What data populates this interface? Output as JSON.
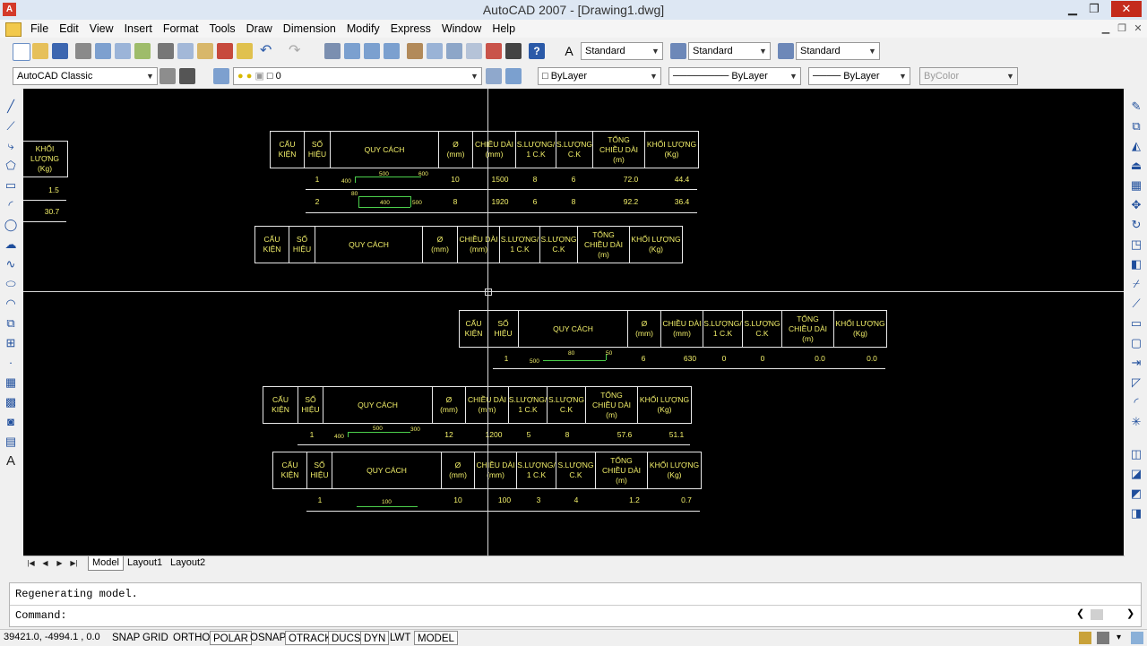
{
  "window": {
    "title": "AutoCAD 2007 - [Drawing1.dwg]",
    "app_icon": "A"
  },
  "menu": [
    "File",
    "Edit",
    "View",
    "Insert",
    "Format",
    "Tools",
    "Draw",
    "Dimension",
    "Modify",
    "Express",
    "Window",
    "Help"
  ],
  "toolbar": {
    "text_style": "Standard",
    "dim_style": "Standard",
    "table_style": "Standard",
    "workspace": "AutoCAD Classic",
    "layer": "0",
    "color": "ByLayer",
    "linetype": "ByLayer",
    "lineweight": "ByLayer",
    "plotstyle": "ByColor"
  },
  "headers": {
    "cau_kien": "CẤU\nKIỆN",
    "so_hieu": "SỐ\nHIỆU",
    "quy_cach": "QUY CÁCH",
    "phi": "Ø\n(mm)",
    "chieu_dai": "CHIỀU DÀI\n(mm)",
    "sl_ck": "S.LƯỢNG/\n1 C.K",
    "sl": "S.LƯỢNG\nC.K",
    "tong": "TỔNG\nCHIỀU DÀI\n(m)",
    "kl": "KHỐI LƯỢNG\n(Kg)",
    "kl_partial": "KHỐI LƯỢNG\n(Kg)"
  },
  "tables": {
    "partial": {
      "rows": [
        [
          "1.5"
        ],
        [
          "30.7"
        ]
      ]
    },
    "t1": {
      "rows": [
        {
          "so": "1",
          "phi": "10",
          "dai": "1500",
          "slck": "8",
          "sl": "6",
          "tong": "72.0",
          "kl": "44.4",
          "dims": [
            "400",
            "500",
            "600"
          ]
        },
        {
          "so": "2",
          "phi": "8",
          "dai": "1920",
          "slck": "6",
          "sl": "8",
          "tong": "92.2",
          "kl": "36.4",
          "dims": [
            "80",
            "400",
            "500"
          ]
        }
      ]
    },
    "t3": {
      "rows": [
        {
          "so": "1",
          "phi": "6",
          "dai": "630",
          "slck": "0",
          "sl": "0",
          "tong": "0.0",
          "kl": "0.0",
          "dims": [
            "500",
            "80",
            "50"
          ]
        }
      ]
    },
    "t4": {
      "rows": [
        {
          "so": "1",
          "phi": "12",
          "dai": "1200",
          "slck": "5",
          "sl": "8",
          "tong": "57.6",
          "kl": "51.1",
          "dims": [
            "400",
            "500",
            "300"
          ]
        }
      ]
    },
    "t5": {
      "rows": [
        {
          "so": "1",
          "phi": "10",
          "dai": "100",
          "slck": "3",
          "sl": "4",
          "tong": "1.2",
          "kl": "0.7",
          "dims": [
            "100"
          ]
        }
      ]
    }
  },
  "tabs": {
    "model": "Model",
    "layout1": "Layout1",
    "layout2": "Layout2"
  },
  "command": {
    "history": "Regenerating model.",
    "prompt": "Command:"
  },
  "status": {
    "coords": "39421.0, -4994.1 , 0.0",
    "buttons": [
      "SNAP",
      "GRID",
      "ORTHO",
      "POLAR",
      "OSNAP",
      "OTRACK",
      "DUCS",
      "DYN",
      "LWT",
      "MODEL"
    ]
  }
}
